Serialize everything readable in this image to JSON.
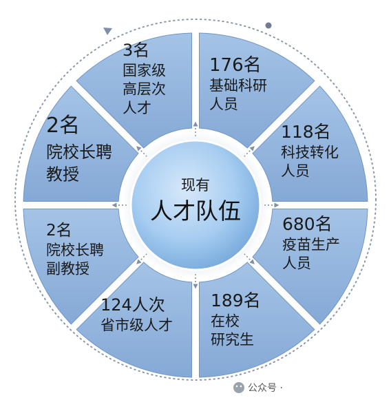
{
  "center": {
    "subtitle": "现有",
    "title": "人才队伍"
  },
  "segments": [
    {
      "count": "176名",
      "lines": [
        "基础科研",
        "人员"
      ]
    },
    {
      "count": "118名",
      "lines": [
        "科技转化",
        "人员"
      ]
    },
    {
      "count": "680名",
      "lines": [
        "疫苗生产",
        "人员"
      ]
    },
    {
      "count": "189名",
      "lines": [
        "在校",
        "研究生"
      ]
    },
    {
      "count": "124人次",
      "lines": [
        "省市级人才"
      ]
    },
    {
      "count": "2名",
      "lines": [
        "院校长聘",
        "副教授"
      ]
    },
    {
      "count": "2名",
      "lines": [
        "院校长聘",
        "教授"
      ]
    },
    {
      "count": "3名",
      "lines": [
        "国家级",
        "高层次",
        "人才"
      ]
    }
  ],
  "watermark": {
    "text": "公众号 ·"
  },
  "colors": {
    "segment_fill": "#8eb2dc",
    "segment_edge": "#6f95c4",
    "center_fill": "#9cc4ee",
    "ring_dots": "#7f8fa6"
  },
  "icons": {
    "watermark_icon": "wechat-icon"
  }
}
